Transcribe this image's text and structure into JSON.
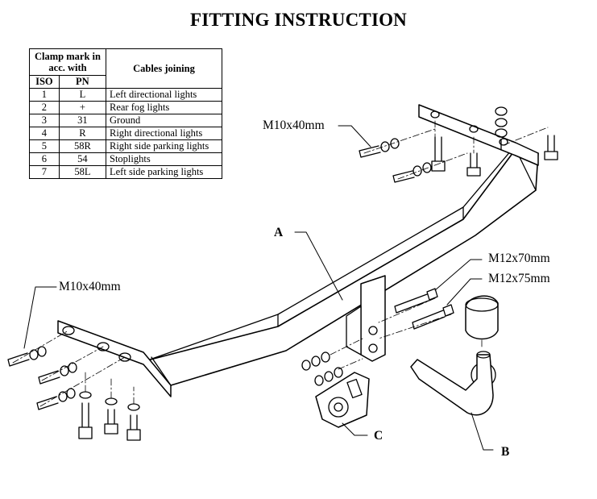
{
  "title": "FITTING INSTRUCTION",
  "table": {
    "header_group": "Clamp mark in acc. with",
    "col_iso": "ISO",
    "col_pn": "PN",
    "col_cables": "Cables joining",
    "rows": [
      {
        "iso": "1",
        "pn": "L",
        "desc": "Left directional lights"
      },
      {
        "iso": "2",
        "pn": "+",
        "desc": "Rear fog lights"
      },
      {
        "iso": "3",
        "pn": "31",
        "desc": "Ground"
      },
      {
        "iso": "4",
        "pn": "R",
        "desc": "Right directional lights"
      },
      {
        "iso": "5",
        "pn": "58R",
        "desc": "Right side parking lights"
      },
      {
        "iso": "6",
        "pn": "54",
        "desc": "Stoplights"
      },
      {
        "iso": "7",
        "pn": "58L",
        "desc": "Left side parking lights"
      }
    ]
  },
  "labels": {
    "bolt_right": "M10x40mm",
    "bolt_left": "M10x40mm",
    "bolt_m12_70": "M12x70mm",
    "bolt_m12_75": "M12x75mm",
    "part_a": "A",
    "part_b": "B",
    "part_c": "C"
  }
}
